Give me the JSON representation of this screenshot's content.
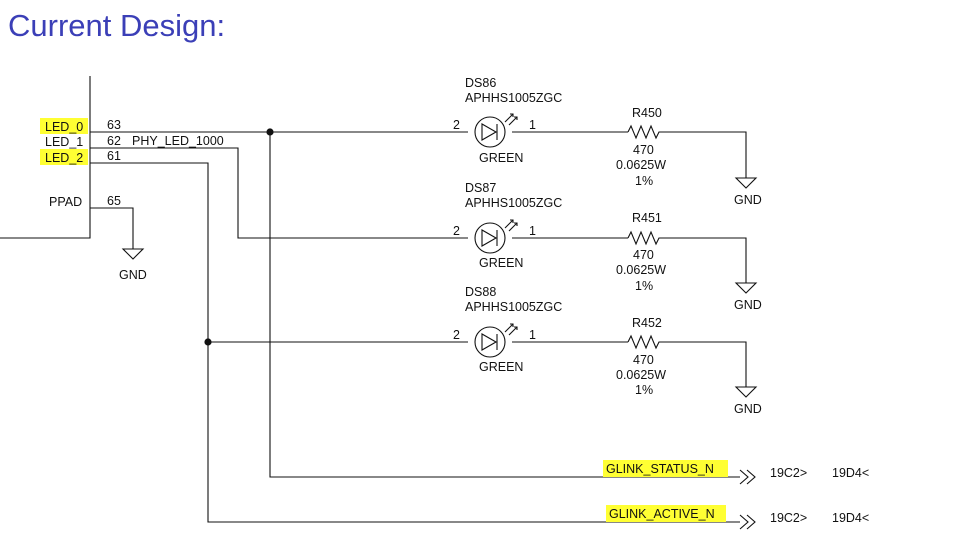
{
  "title": "Current Design:",
  "ic": {
    "pins": {
      "led0": "LED_0",
      "led0_num": "63",
      "led1": "LED_1",
      "led1_num": "62",
      "led2": "LED_2",
      "led2_num": "61",
      "ppad": "PPAD",
      "ppad_num": "65"
    },
    "net_label": "PHY_LED_1000"
  },
  "leds": [
    {
      "ref": "DS86",
      "part": "APHHS1005ZGC",
      "color": "GREEN",
      "pin_a": "2",
      "pin_b": "1"
    },
    {
      "ref": "DS87",
      "part": "APHHS1005ZGC",
      "color": "GREEN",
      "pin_a": "2",
      "pin_b": "1"
    },
    {
      "ref": "DS88",
      "part": "APHHS1005ZGC",
      "color": "GREEN",
      "pin_a": "2",
      "pin_b": "1"
    }
  ],
  "resistors": [
    {
      "ref": "R450",
      "value": "470",
      "power": "0.0625W",
      "tol": "1%"
    },
    {
      "ref": "R451",
      "value": "470",
      "power": "0.0625W",
      "tol": "1%"
    },
    {
      "ref": "R452",
      "value": "470",
      "power": "0.0625W",
      "tol": "1%"
    }
  ],
  "gnd_label": "GND",
  "offpage": [
    {
      "net": "GLINK_STATUS_N",
      "ref1": "19C2>",
      "ref2": "19D4<"
    },
    {
      "net": "GLINK_ACTIVE_N",
      "ref1": "19C2>",
      "ref2": "19D4<"
    }
  ]
}
